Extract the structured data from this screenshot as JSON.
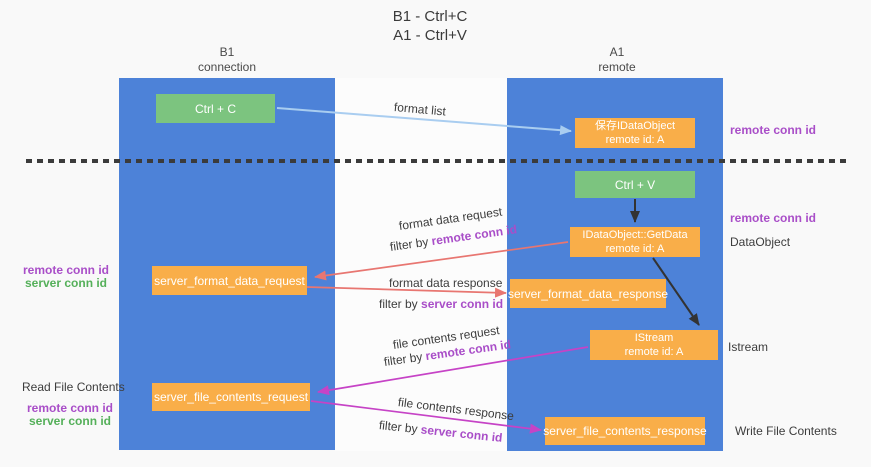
{
  "title": {
    "line1": "B1 - Ctrl+C",
    "line2": "A1 - Ctrl+V"
  },
  "lanes": {
    "left": {
      "title": "B1",
      "subtitle": "connection"
    },
    "right": {
      "title": "A1",
      "subtitle": "remote"
    }
  },
  "boxes": {
    "ctrl_c": "Ctrl + C",
    "ctrl_v": "Ctrl + V",
    "save_dataobject_line1": "保存IDataObject",
    "save_dataobject_line2": "remote id: A",
    "getdata_line1": "IDataObject::GetData",
    "getdata_line2": "remote id: A",
    "istream_line1": "IStream",
    "istream_line2": "remote id: A",
    "format_request": "server_format_data_request",
    "format_response": "server_format_data_response",
    "file_request": "server_file_contents_request",
    "file_response": "server_file_contents_response"
  },
  "labels": {
    "format_list": "format list",
    "format_request": "format data request",
    "format_response": "format data response",
    "file_request": "file contents request",
    "file_response": "file contents response",
    "filter_prefix": "filter by ",
    "remote_conn_id": "remote conn id",
    "server_conn_id": "server conn id",
    "dataobject": "DataObject",
    "istream": "Istream",
    "read_file": "Read File Contents",
    "write_file": "Write File Contents"
  },
  "colors": {
    "lane_blue": "#4d82d8",
    "box_green": "#7cc47f",
    "box_orange": "#f9ae49",
    "arrow_lightblue": "#a9cdf0",
    "arrow_red": "#e87671",
    "arrow_magenta": "#c643c6",
    "arrow_black": "#333333",
    "text_purple": "#a94ec8",
    "text_green": "#55b05a",
    "background": "#f9f9f9"
  }
}
